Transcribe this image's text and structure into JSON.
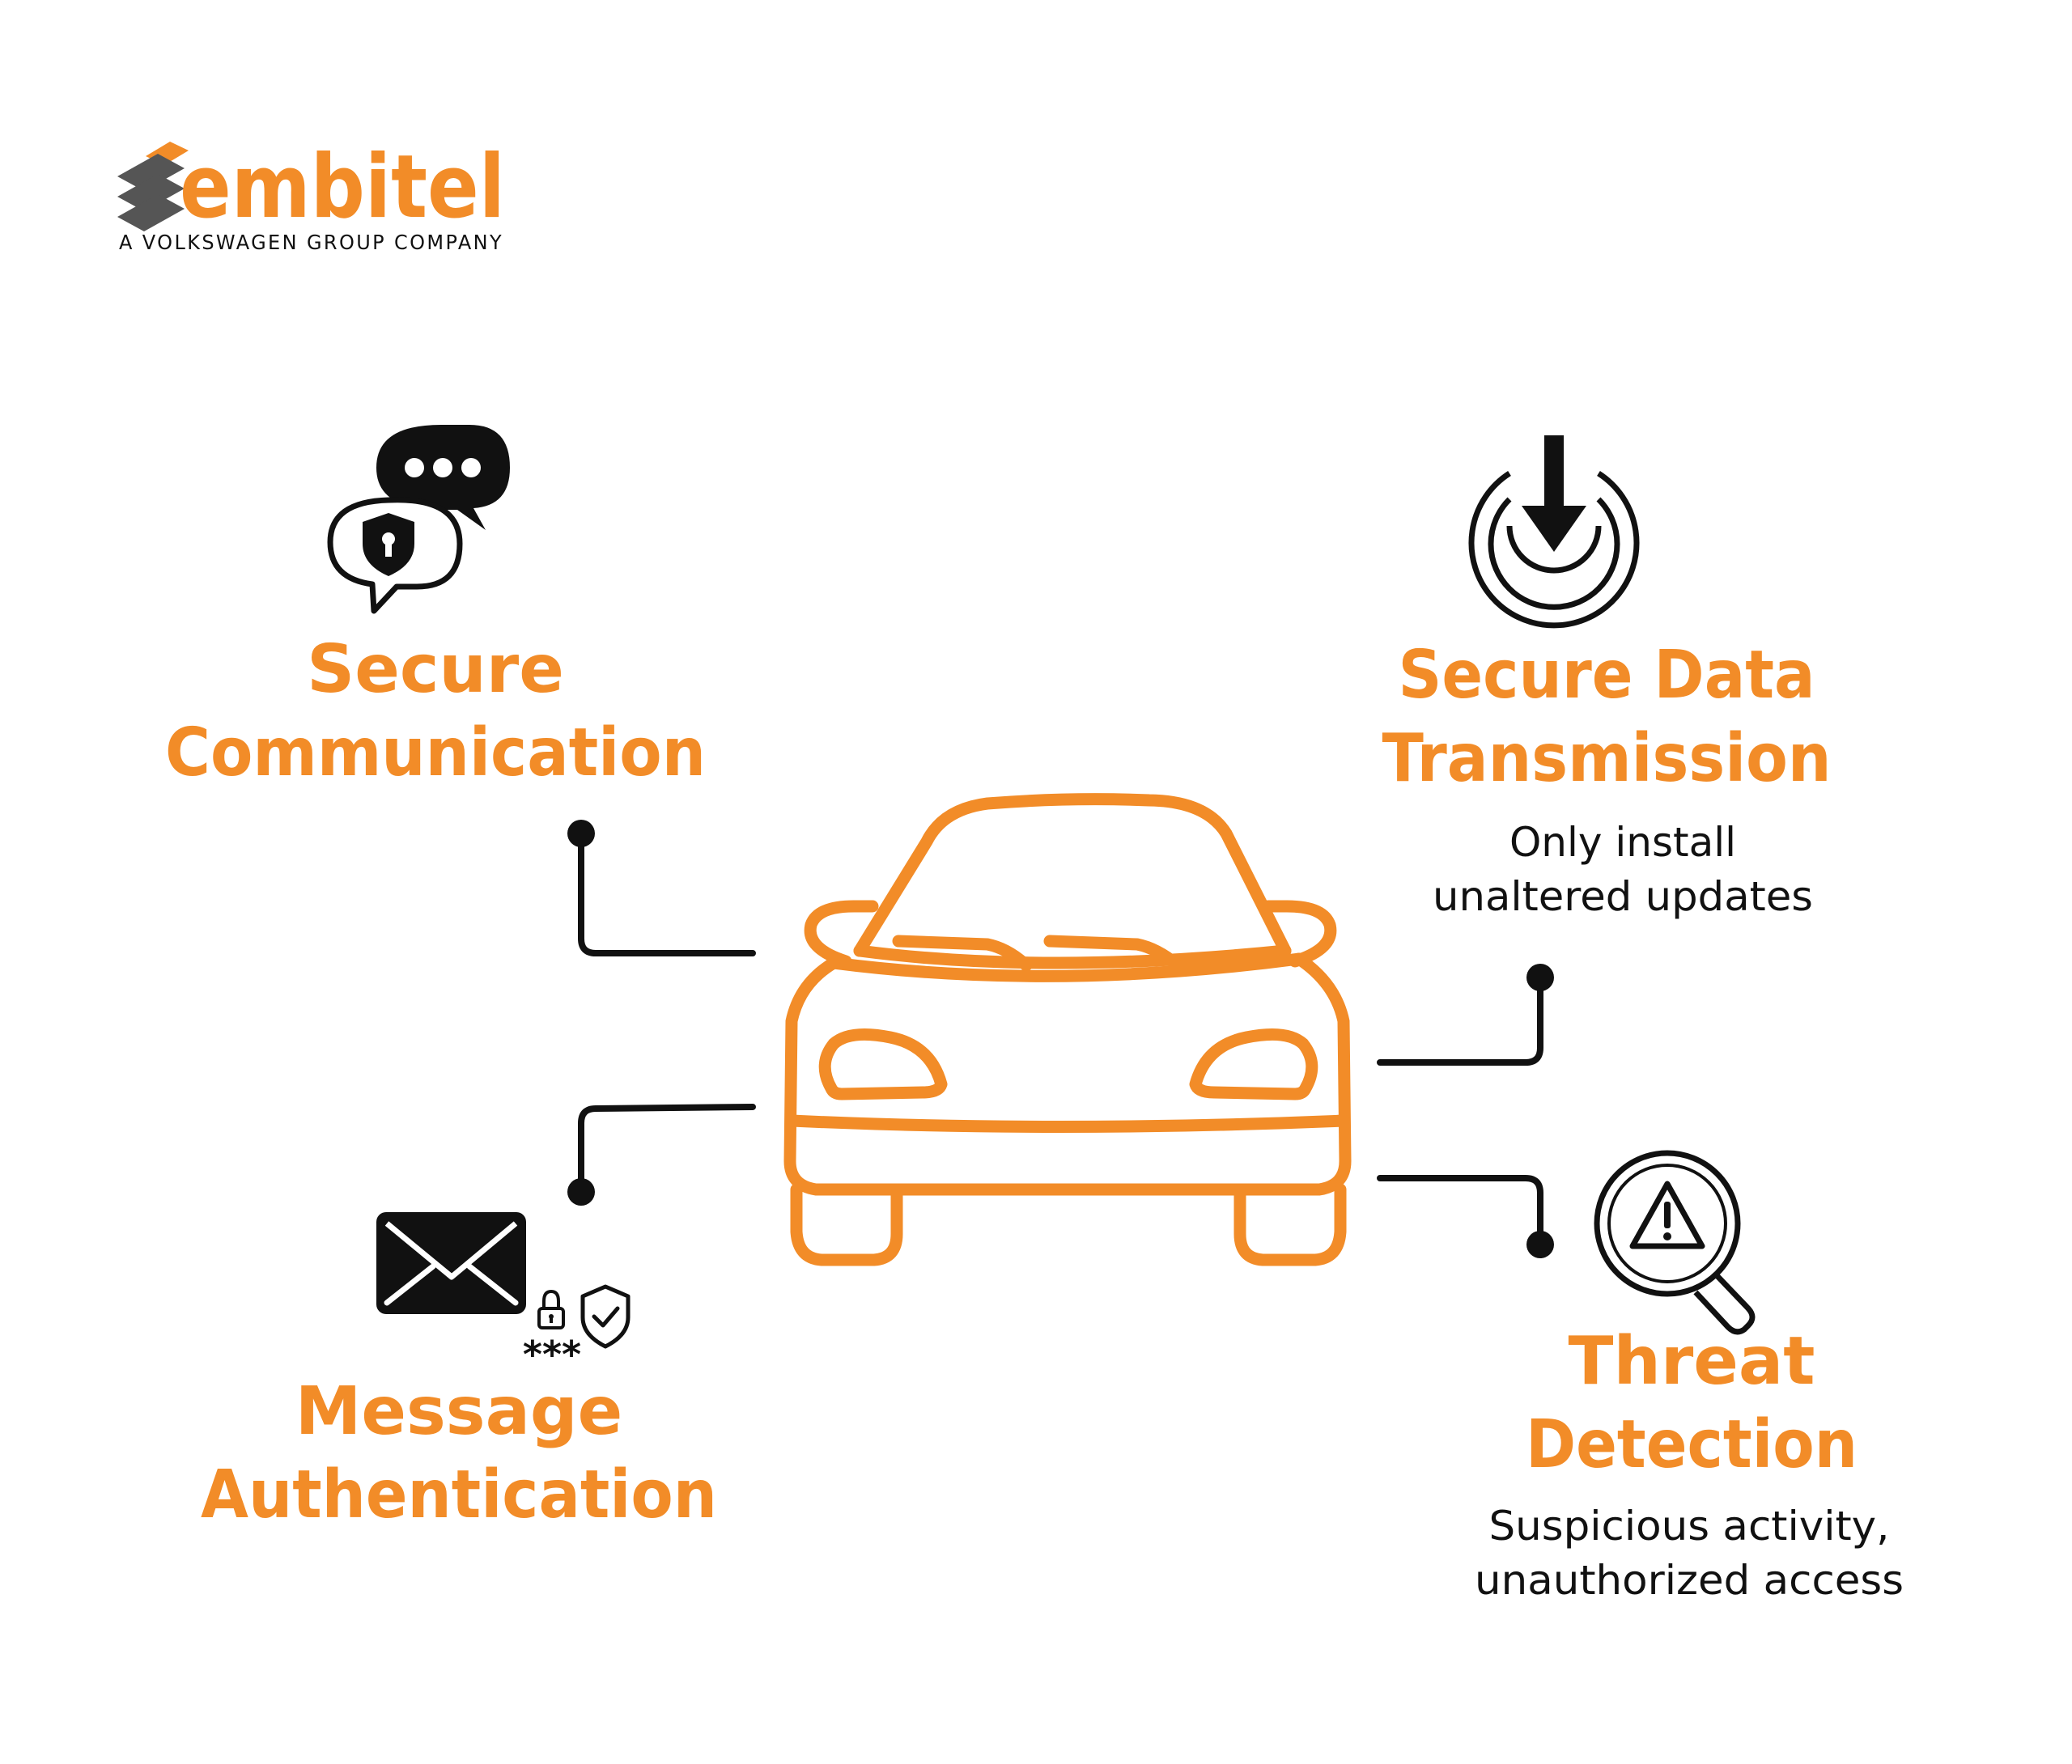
{
  "colors": {
    "accent": "#F28C28",
    "ink": "#111111",
    "logo_gray": "#555555"
  },
  "logo": {
    "brand": "embitel",
    "tagline": "A VOLKSWAGEN GROUP COMPANY",
    "mark_icon": "stacked-chevrons-logo-icon"
  },
  "center": {
    "icon": "car-front-icon"
  },
  "features": [
    {
      "id": "secure-communication",
      "icon": "chat-bubbles-shield-icon",
      "title_lines": [
        "Secure",
        "Communication"
      ],
      "description_lines": []
    },
    {
      "id": "secure-data-transmission",
      "icon": "power-download-icon",
      "title_lines": [
        "Secure Data",
        "Transmission"
      ],
      "description_lines": [
        "Only install",
        "unaltered updates"
      ]
    },
    {
      "id": "message-authentication",
      "icon": "envelope-lock-shield-icon",
      "title_lines": [
        "Message",
        "Authentication"
      ],
      "description_lines": [],
      "icon_text": "***"
    },
    {
      "id": "threat-detection",
      "icon": "magnifier-warning-icon",
      "title_lines": [
        "Threat",
        "Detection"
      ],
      "description_lines": [
        "Suspicious activity,",
        "unauthorized access"
      ]
    }
  ]
}
